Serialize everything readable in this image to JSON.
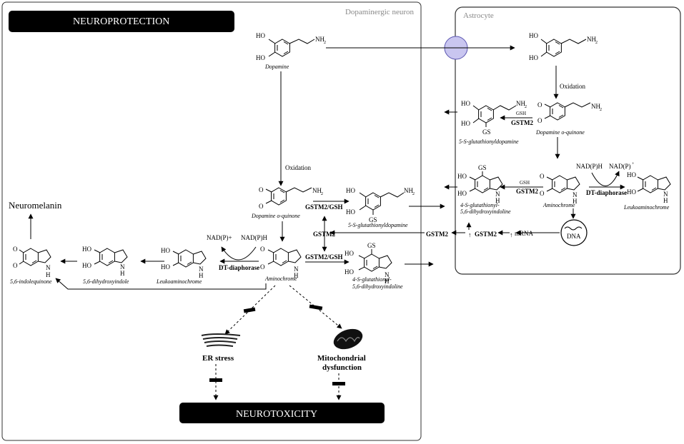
{
  "banners": {
    "neuroprotection": "NEUROPROTECTION",
    "neurotoxicity": "NEUROTOXICITY"
  },
  "compartments": {
    "neuron": "Dopaminergic neuron",
    "astrocyte": "Astrocyte"
  },
  "neuron": {
    "dopamine": "Dopamine",
    "oxidation": "Oxidation",
    "dopamine_quinone": "Dopamine o-quinone",
    "glutathionyldopamine": "5-S-glutathionyldopamine",
    "gstm2_gsh_top": "GSTM2/GSH",
    "gstm2_mid": "GSTM2",
    "gstm2_gsh_bottom": "GSTM2/GSH",
    "aminochrome": "Aminochrome",
    "glutathionyl_dhi_1": "4-S-glutathionyl-",
    "glutathionyl_dhi_2": "5,6-dihydroxyindoline",
    "nadp_plus": "NAD(P)+",
    "nadph": "NAD(P)H",
    "dt_diaphorase": "DT-diaphorase",
    "leukoaminochrome": "Leukoaminochrome",
    "dihydroxyindole": "5,6-dihydroxyindole",
    "indolequinone": "5,6-indolequinone",
    "neuromelanin": "Neuromelanin",
    "er_stress": "ER stress",
    "mito_1": "Mitochondrial",
    "mito_2": "dysfunction"
  },
  "astrocyte": {
    "oxidation": "Oxidation",
    "dopamine_quinone": "Dopamine o-quinone",
    "gsh": "GSH",
    "gstm2": "GSTM2",
    "glutathionyldopamine": "5-S-glutathionyldopamine",
    "gsh2": "GSH",
    "gstm2_b": "GSTM2",
    "glutathionyl_dhi_1": "4-S-glutathionyl-",
    "glutathionyl_dhi_2": "5,6-dihydroxyindoline",
    "aminochrome": "Aminochrome",
    "nadph": "NAD(P)H",
    "nadp_plus": "NAD(P)",
    "nadp_sup": "+",
    "dt_diaphorase": "DT-diaphorase",
    "leukoaminochrome": "Leukoaminochrome",
    "dna": "DNA",
    "mrna": "mRNA",
    "gstm2_up": "GSTM2",
    "gstm2_out": "GSTM2"
  },
  "atoms": {
    "ho": "HO",
    "nh2": "NH",
    "sub2": "2",
    "o": "O",
    "gs": "GS",
    "n": "N",
    "h": "H"
  },
  "colors": {
    "banner": "#000000",
    "transporter": "#c9c6f0",
    "transporter_stroke": "#5a55b0",
    "box_stroke": "#333333"
  }
}
